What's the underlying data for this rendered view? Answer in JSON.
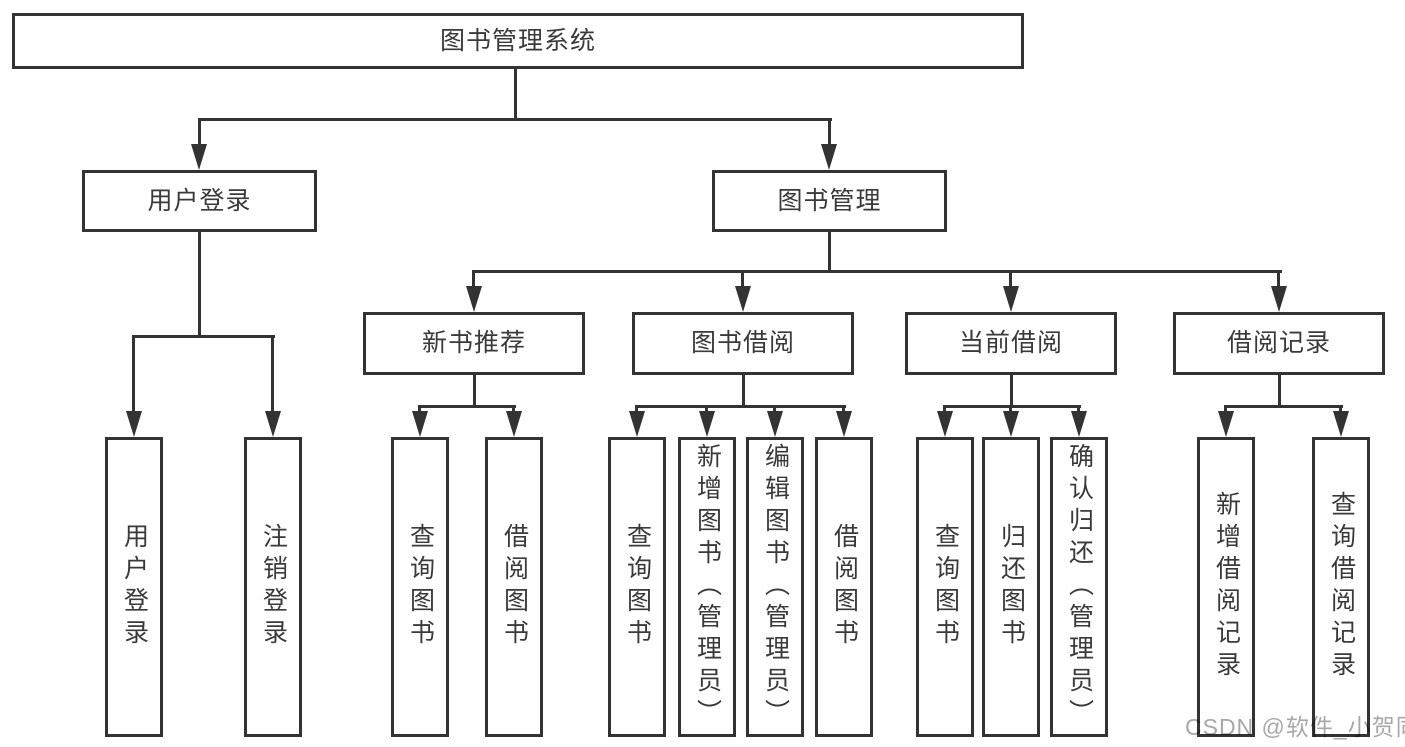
{
  "tree": {
    "label": "图书管理系统",
    "children": [
      {
        "label": "用户登录",
        "children": [
          {
            "label": "用户登录"
          },
          {
            "label": "注销登录"
          }
        ]
      },
      {
        "label": "图书管理",
        "children": [
          {
            "label": "新书推荐",
            "children": [
              {
                "label": "查询图书"
              },
              {
                "label": "借阅图书"
              }
            ]
          },
          {
            "label": "图书借阅",
            "children": [
              {
                "label": "查询图书"
              },
              {
                "label": "新增图书（管理员）"
              },
              {
                "label": "编辑图书（管理员）"
              },
              {
                "label": "借阅图书"
              }
            ]
          },
          {
            "label": "当前借阅",
            "children": [
              {
                "label": "查询图书"
              },
              {
                "label": "归还图书"
              },
              {
                "label": "确认归还（管理员）"
              }
            ]
          },
          {
            "label": "借阅记录",
            "children": [
              {
                "label": "新增借阅记录"
              },
              {
                "label": "查询借阅记录"
              }
            ]
          }
        ]
      }
    ]
  },
  "watermark": {
    "text": "CSDN @软件_小贺同学"
  },
  "colors": {
    "line": "#333333",
    "text": "#3a3a3a",
    "watermark": "#a8a8a8",
    "background": "#ffffff"
  }
}
